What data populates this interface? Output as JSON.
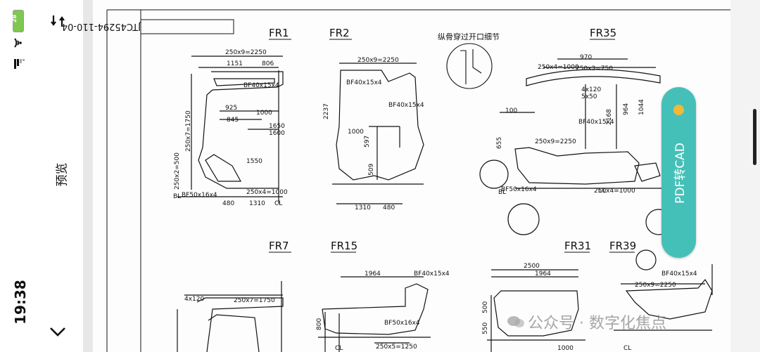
{
  "status": {
    "time": "19:38",
    "battery": "28"
  },
  "header": {
    "title": "预览"
  },
  "drawing": {
    "number": "JTC45294-110-04",
    "sections": {
      "fr1": "FR1",
      "fr2": "FR2",
      "fr35": "FR35",
      "fr7": "FR7",
      "fr15": "FR15",
      "fr31": "FR31",
      "fr39": "FR39",
      "detail": "纵骨穿过开口细节"
    },
    "dims": {
      "d1": "250x9=2250",
      "d2": "1151",
      "d3": "806",
      "d4": "925",
      "d5": "1000",
      "d6": "845",
      "d7": "1650",
      "d8": "1600",
      "d9": "250x7=1750",
      "d10": "250x2=500",
      "d11": "1550",
      "d12": "250x4=1000",
      "d13": "480",
      "d14": "1310",
      "d15": "CL",
      "d16": "BL",
      "d17": "BF40x15x4",
      "d18": "250x9=2250",
      "d19": "2237",
      "d20": "1000",
      "d21": "597",
      "d22": "509",
      "d23": "1310",
      "d24": "480",
      "d25": "BF50x16x4",
      "d26": "970",
      "d27": "250x4=1000",
      "d28": "250x3=750",
      "d29": "964",
      "d30": "1044",
      "d31": "2168",
      "d32": "100",
      "d33": "655",
      "d34": "250x9=2250",
      "d35": "250x4=1000",
      "d36": "1964",
      "d37": "2500",
      "d38": "250x7=1750",
      "d39": "250x9=2250",
      "d40": "250x5=1250",
      "d41": "800",
      "d42": "550",
      "d43": "500",
      "d44": "4x120",
      "d45": "5x50"
    }
  },
  "convert_button": {
    "label": "PDF转CAD"
  },
  "watermark": {
    "text": "公众号 · 数字化焦点"
  },
  "colors": {
    "accent": "#45c0b8",
    "badge": "#f0b93a",
    "battery": "#7ec850"
  }
}
